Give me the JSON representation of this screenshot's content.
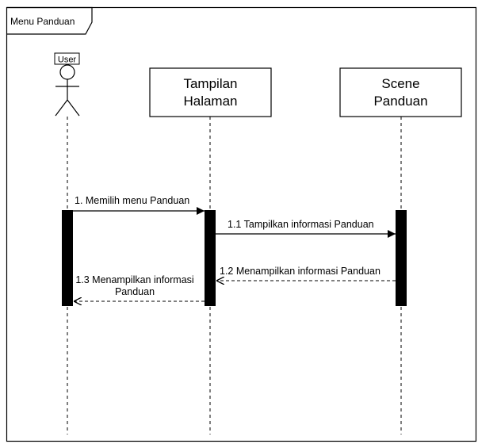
{
  "frame": {
    "label": "Menu Panduan"
  },
  "participants": {
    "user": {
      "label": "User"
    },
    "tampilan": {
      "line1": "Tampilan",
      "line2": "Halaman"
    },
    "scene": {
      "line1": "Scene",
      "line2": "Panduan"
    }
  },
  "messages": {
    "m1": {
      "label": "1. Memilih menu Panduan"
    },
    "m11": {
      "label": "1.1 Tampilkan informasi Panduan"
    },
    "m12": {
      "label": "1.2 Menampilkan informasi Panduan"
    },
    "m13": {
      "line1": "1.3 Menampilkan informasi",
      "line2": "Panduan"
    }
  }
}
